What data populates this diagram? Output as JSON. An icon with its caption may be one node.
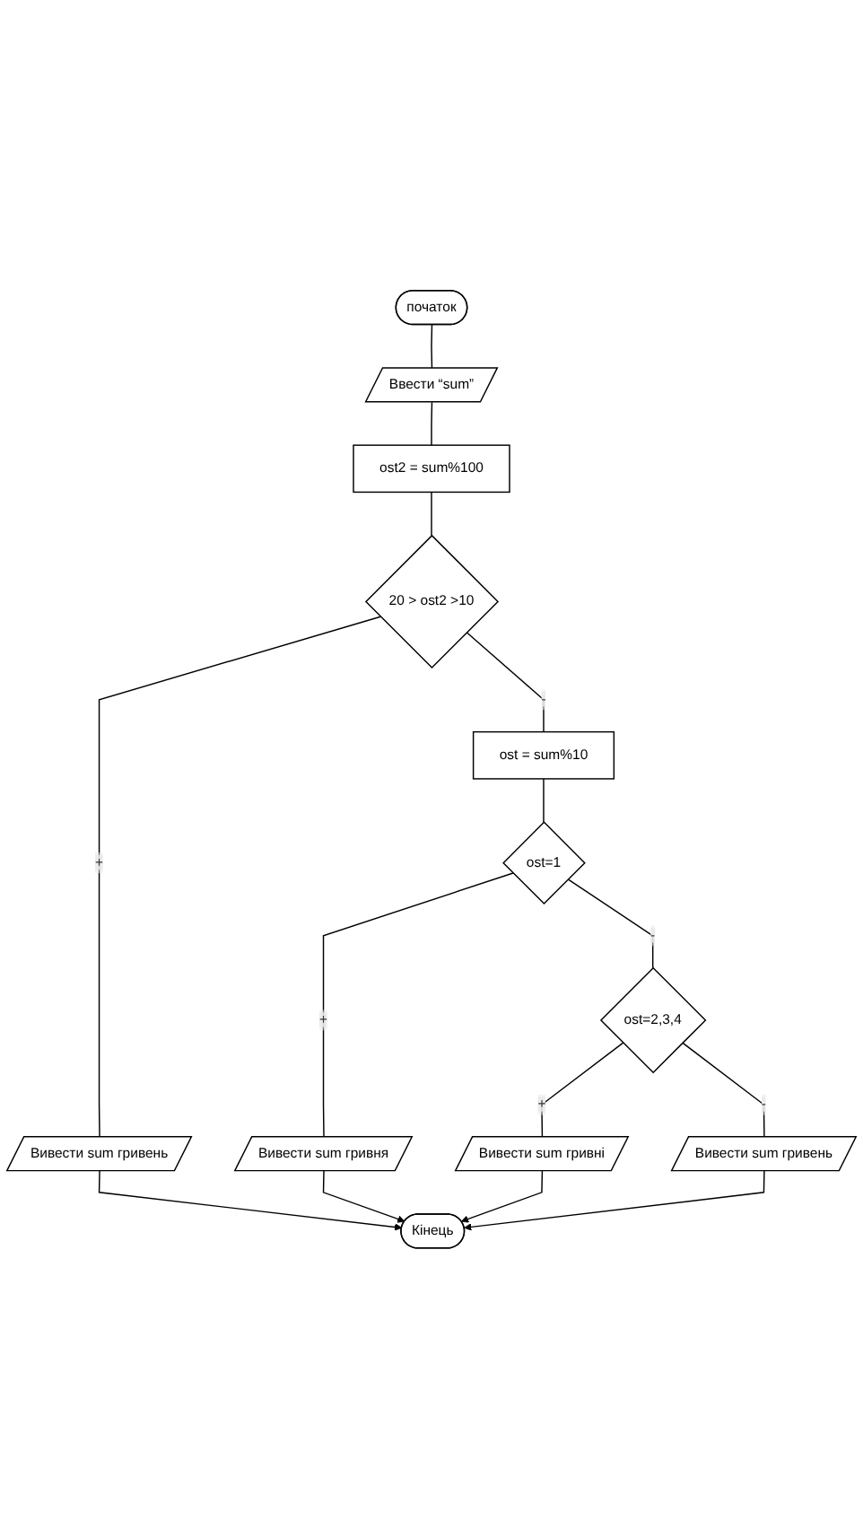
{
  "diagram": {
    "nodes": [
      {
        "text": [
          "початок"
        ]
      },
      {
        "text": [
          "Ввести “sum”"
        ]
      },
      {
        "text": [
          "ost2 = sum%100"
        ]
      },
      {
        "text": [
          "20 > ost2 >10"
        ]
      },
      {
        "text": [
          "Вивести sum гривень"
        ]
      },
      {
        "text": [
          "ost = sum%10"
        ]
      },
      {
        "text": [
          "ost=1"
        ]
      },
      {
        "text": [
          "Вивести sum гривня"
        ]
      },
      {
        "text": [
          "ost=2,3,4"
        ]
      },
      {
        "text": [
          "Вивести sum гривні"
        ]
      },
      {
        "text": [
          "Вивести sum гривень"
        ]
      },
      {
        "text": [
          "Кінець"
        ]
      }
    ],
    "edges": [
      {
        "from": 0,
        "to": 1,
        "arrow": "none"
      },
      {
        "from": 1,
        "to": 2,
        "arrow": "none"
      },
      {
        "from": 2,
        "to": 3,
        "arrow": "none"
      },
      {
        "from": 3,
        "to": 4,
        "arrow": "none",
        "label": "+"
      },
      {
        "from": 3,
        "to": 5,
        "arrow": "none",
        "label": "-"
      },
      {
        "from": 5,
        "to": 6,
        "arrow": "none"
      },
      {
        "from": 6,
        "to": 7,
        "arrow": "none",
        "label": "+"
      },
      {
        "from": 6,
        "to": 8,
        "arrow": "none",
        "label": "-"
      },
      {
        "from": 8,
        "to": 9,
        "arrow": "none",
        "label": "+"
      },
      {
        "from": 8,
        "to": 10,
        "arrow": "none",
        "label": "-"
      },
      {
        "from": 4,
        "to": 11,
        "arrow": "to"
      },
      {
        "from": 7,
        "to": 11,
        "arrow": "to"
      },
      {
        "from": 9,
        "to": 11,
        "arrow": "to"
      },
      {
        "from": 10,
        "to": 11,
        "arrow": "to"
      }
    ]
  }
}
